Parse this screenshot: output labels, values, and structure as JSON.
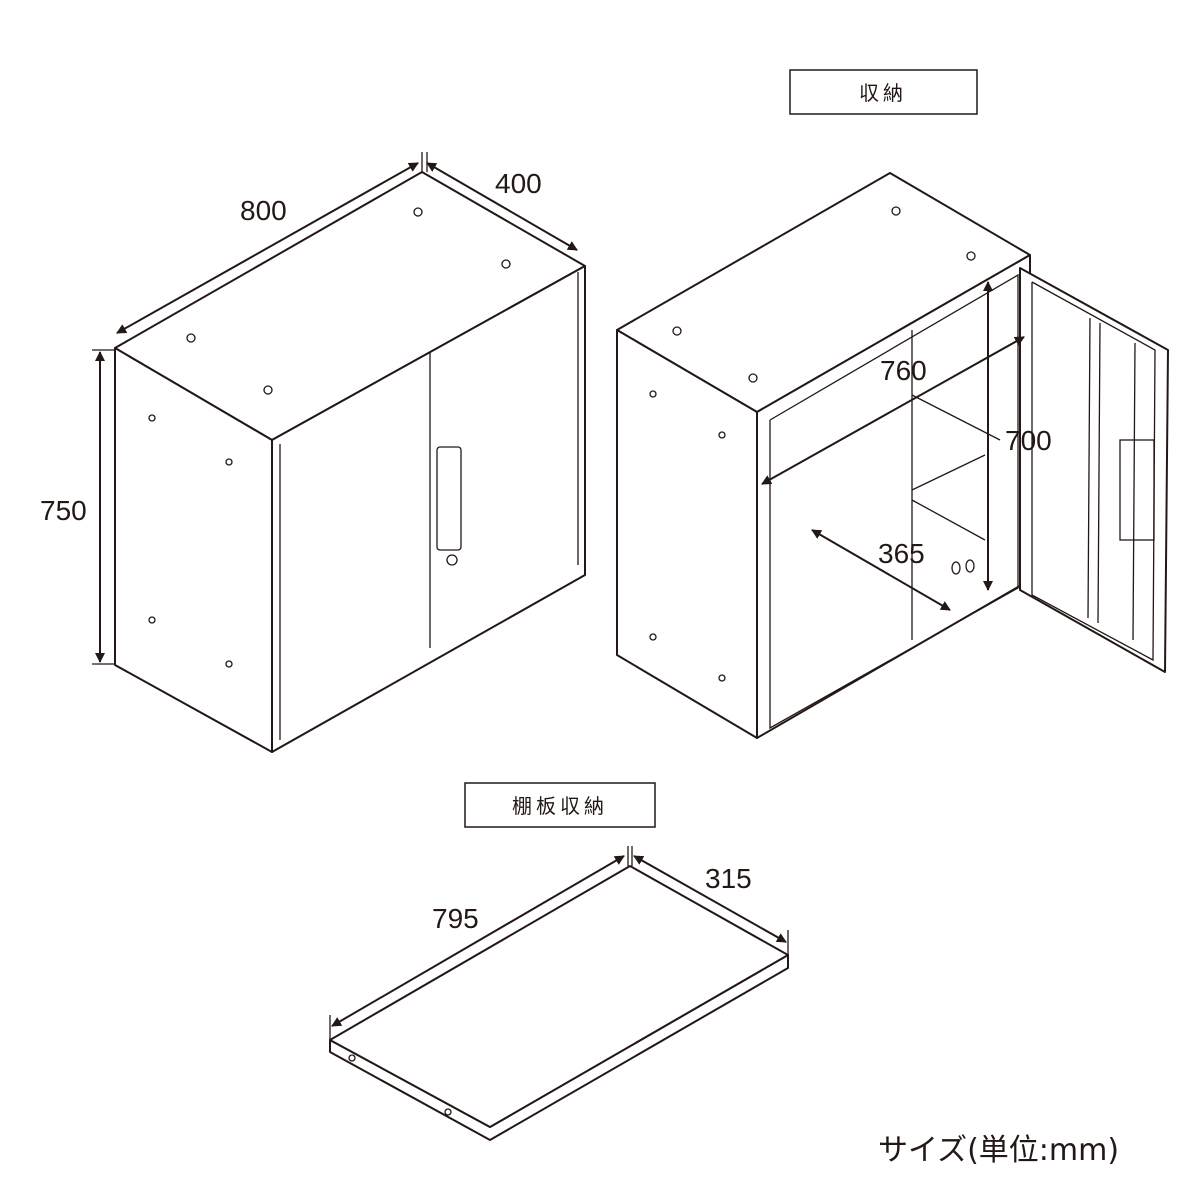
{
  "labels": {
    "storage": "収納",
    "shelf_storage": "棚板収納",
    "caption": "サイズ(単位:mm)"
  },
  "dimensions": {
    "cabinet_width": "800",
    "cabinet_depth": "400",
    "cabinet_height": "750",
    "inner_width": "760",
    "inner_height": "700",
    "inner_depth": "365",
    "shelf_width": "795",
    "shelf_depth": "315"
  }
}
